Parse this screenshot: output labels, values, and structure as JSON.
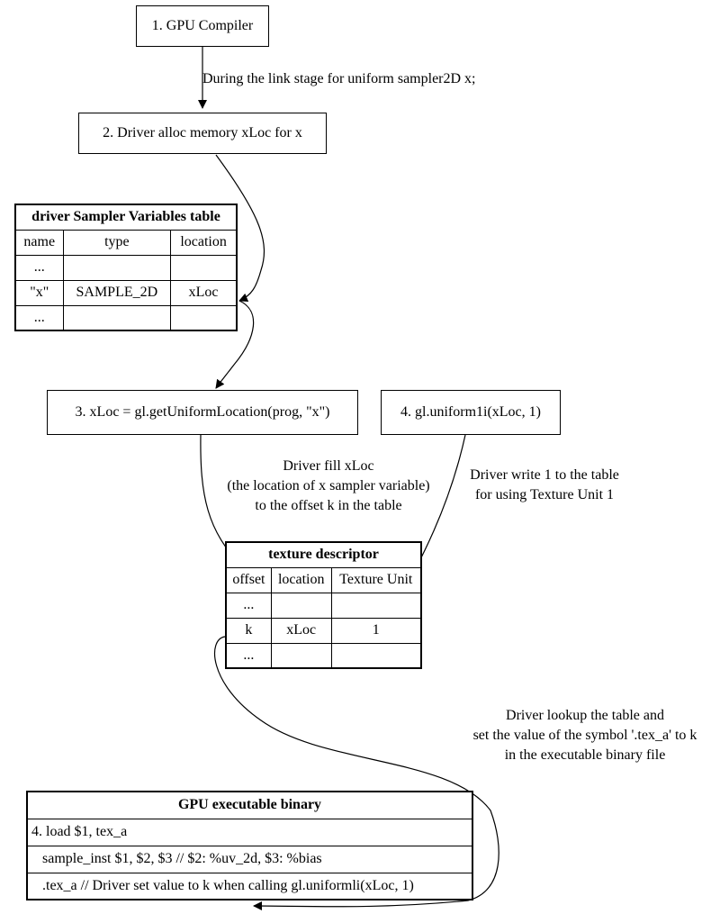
{
  "nodes": {
    "gpu_compiler": "1. GPU Compiler",
    "driver_alloc": "2. Driver alloc memory xLoc for x",
    "get_location": "3. xLoc = gl.getUniformLocation(prog, \"x\")",
    "uniform1i": "4. gl.uniform1i(xLoc, 1)"
  },
  "sampler_table": {
    "title": "driver Sampler Variables table",
    "headers": [
      "name",
      "type",
      "location"
    ],
    "rows": [
      [
        "...",
        "",
        ""
      ],
      [
        "\"x\"",
        "SAMPLE_2D",
        "xLoc"
      ],
      [
        "...",
        "",
        ""
      ]
    ]
  },
  "texture_table": {
    "title": "texture descriptor",
    "headers": [
      "offset",
      "location",
      "Texture Unit"
    ],
    "rows": [
      [
        "...",
        "",
        ""
      ],
      [
        "k",
        "xLoc",
        "1"
      ],
      [
        "...",
        "",
        ""
      ]
    ]
  },
  "binary_table": {
    "title": "GPU executable binary",
    "rows": [
      "4. load $1, tex_a",
      "   sample_inst $1, $2, $3 // $2: %uv_2d, $3: %bias",
      "   .tex_a // Driver set value to k when calling gl.uniformli(xLoc, 1)"
    ]
  },
  "edge_labels": {
    "link_stage": "During the link stage for uniform sampler2D x;",
    "fill_line1": "Driver fill xLoc",
    "fill_line2": "(the location of x sampler variable)",
    "fill_line3": "to the offset k in the table",
    "write_line1": "Driver write 1 to the table",
    "write_line2": "for using Texture Unit 1",
    "lookup_line1": "Driver lookup the table and",
    "lookup_line2": "set the value of the symbol '.tex_a' to k",
    "lookup_line3": "in the executable binary file"
  }
}
